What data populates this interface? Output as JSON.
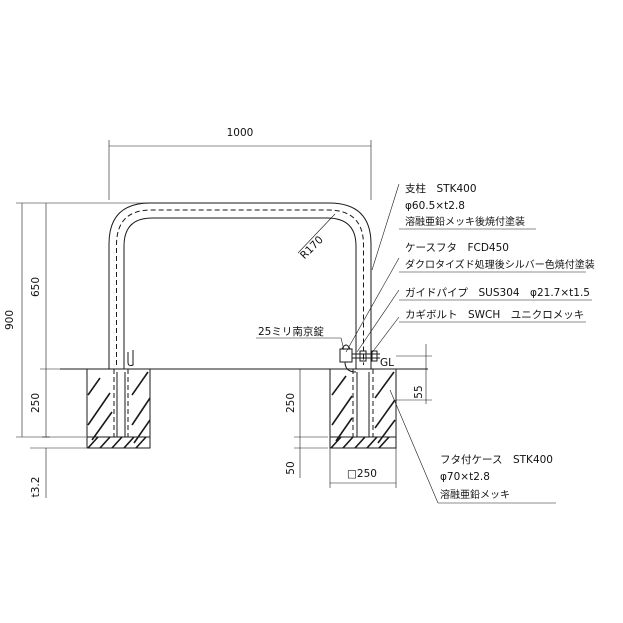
{
  "dimensions": {
    "width_total": "1000",
    "height_total": "900",
    "height_above": "650",
    "depth_left": "250",
    "depth_right": "250",
    "base_thickness_left": "t3.2",
    "base_right": "50",
    "gl_offset": "55",
    "box_width": "□250",
    "radius": "R170",
    "gl": "GL"
  },
  "callouts": {
    "post": {
      "line1": "支柱　STK400",
      "line2": "φ60.5×t2.8",
      "line3": "溶融亜鉛メッキ後焼付塗装"
    },
    "cover": {
      "line1": "ケースフタ　FCD450",
      "line2": "ダクロタイズド処理後シルバー色焼付塗装"
    },
    "guide": {
      "line1": "ガイドパイプ　SUS304　φ21.7×t1.5"
    },
    "hook": {
      "line1": "カギボルト　SWCH　ユニクロメッキ"
    },
    "lock": {
      "line1": "25ミリ南京錠"
    },
    "case": {
      "line1": "フタ付ケース　STK400",
      "line2": "φ70×t2.8",
      "line3": "溶融亜鉛メッキ"
    }
  }
}
